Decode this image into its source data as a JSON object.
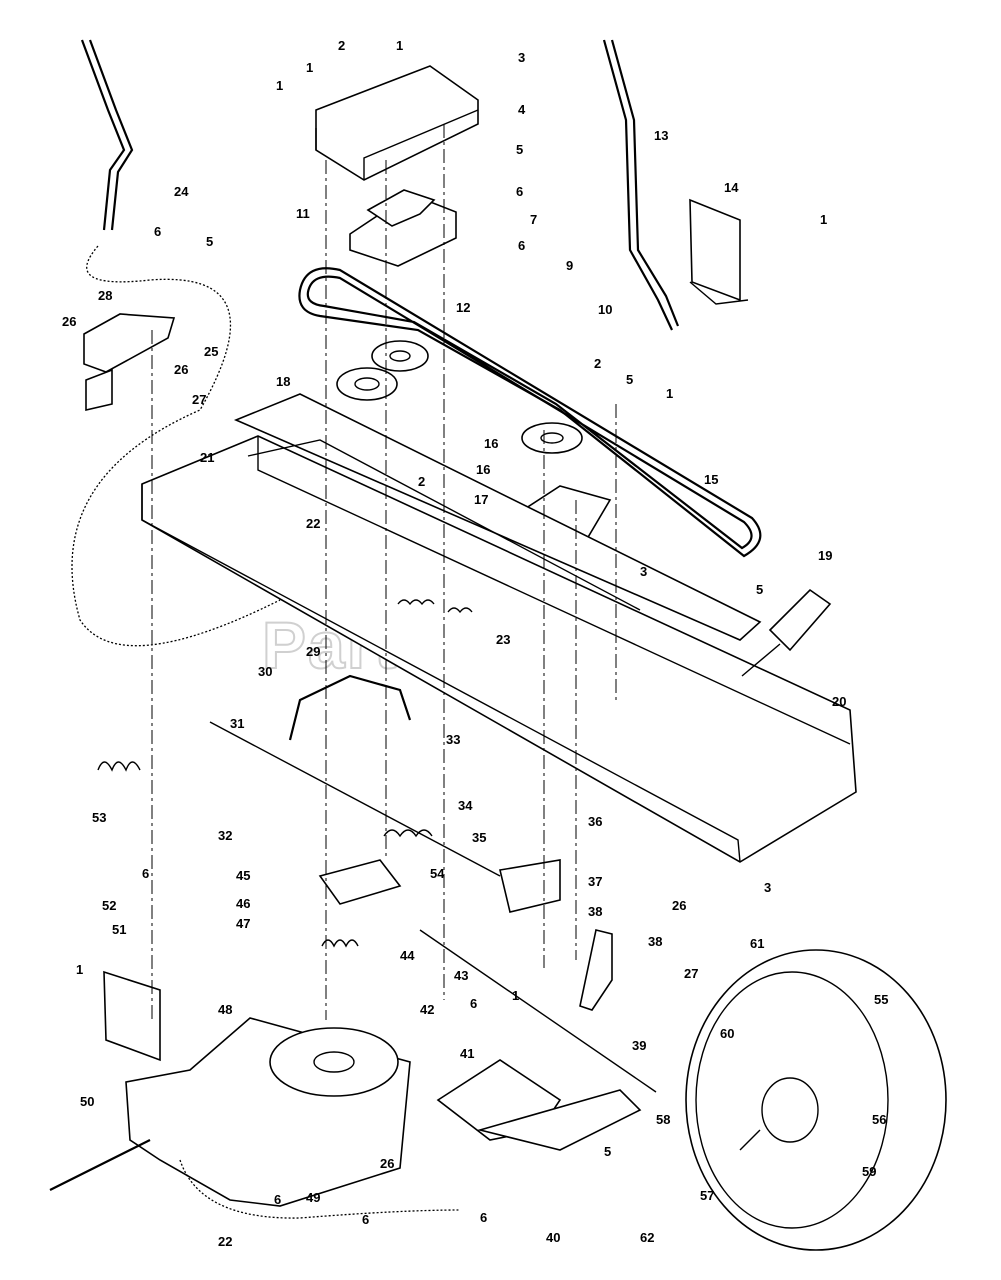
{
  "watermark": "PartsTree",
  "callouts": [
    "1",
    "1",
    "1",
    "1",
    "1",
    "1",
    "1",
    "2",
    "2",
    "2",
    "3",
    "3",
    "3",
    "4",
    "5",
    "5",
    "5",
    "5",
    "5",
    "6",
    "6",
    "6",
    "6",
    "6",
    "6",
    "6",
    "6",
    "7",
    "9",
    "10",
    "11",
    "12",
    "13",
    "14",
    "15",
    "16",
    "16",
    "17",
    "18",
    "19",
    "20",
    "21",
    "22",
    "22",
    "23",
    "24",
    "25",
    "26",
    "26",
    "26",
    "26",
    "27",
    "27",
    "28",
    "29",
    "30",
    "31",
    "32",
    "33",
    "34",
    "35",
    "36",
    "37",
    "38",
    "38",
    "39",
    "40",
    "41",
    "42",
    "43",
    "44",
    "45",
    "46",
    "47",
    "48",
    "49",
    "50",
    "51",
    "52",
    "53",
    "54",
    "55",
    "56",
    "57",
    "58",
    "59",
    "60",
    "61",
    "62"
  ],
  "labels": [
    {
      "id": "1a",
      "text": "1"
    },
    {
      "id": "1b",
      "text": "1"
    },
    {
      "id": "1c",
      "text": "1"
    },
    {
      "id": "1d",
      "text": "1"
    },
    {
      "id": "1e",
      "text": "1"
    },
    {
      "id": "1f",
      "text": "1"
    },
    {
      "id": "1g",
      "text": "1"
    },
    {
      "id": "2a",
      "text": "2"
    },
    {
      "id": "2b",
      "text": "2"
    },
    {
      "id": "2c",
      "text": "2"
    },
    {
      "id": "3a",
      "text": "3"
    },
    {
      "id": "3b",
      "text": "3"
    },
    {
      "id": "3c",
      "text": "3"
    },
    {
      "id": "4",
      "text": "4"
    },
    {
      "id": "5a",
      "text": "5"
    },
    {
      "id": "5b",
      "text": "5"
    },
    {
      "id": "5c",
      "text": "5"
    },
    {
      "id": "5d",
      "text": "5"
    },
    {
      "id": "5e",
      "text": "5"
    },
    {
      "id": "6a",
      "text": "6"
    },
    {
      "id": "6b",
      "text": "6"
    },
    {
      "id": "6c",
      "text": "6"
    },
    {
      "id": "6d",
      "text": "6"
    },
    {
      "id": "6e",
      "text": "6"
    },
    {
      "id": "6f",
      "text": "6"
    },
    {
      "id": "6g",
      "text": "6"
    },
    {
      "id": "6h",
      "text": "6"
    },
    {
      "id": "7",
      "text": "7"
    },
    {
      "id": "9",
      "text": "9"
    },
    {
      "id": "10",
      "text": "10"
    },
    {
      "id": "11",
      "text": "11"
    },
    {
      "id": "12",
      "text": "12"
    },
    {
      "id": "13",
      "text": "13"
    },
    {
      "id": "14",
      "text": "14"
    },
    {
      "id": "15",
      "text": "15"
    },
    {
      "id": "16a",
      "text": "16"
    },
    {
      "id": "16b",
      "text": "16"
    },
    {
      "id": "17",
      "text": "17"
    },
    {
      "id": "18",
      "text": "18"
    },
    {
      "id": "19",
      "text": "19"
    },
    {
      "id": "20",
      "text": "20"
    },
    {
      "id": "21",
      "text": "21"
    },
    {
      "id": "22a",
      "text": "22"
    },
    {
      "id": "22b",
      "text": "22"
    },
    {
      "id": "23",
      "text": "23"
    },
    {
      "id": "24",
      "text": "24"
    },
    {
      "id": "25",
      "text": "25"
    },
    {
      "id": "26a",
      "text": "26"
    },
    {
      "id": "26b",
      "text": "26"
    },
    {
      "id": "26c",
      "text": "26"
    },
    {
      "id": "26d",
      "text": "26"
    },
    {
      "id": "27a",
      "text": "27"
    },
    {
      "id": "27b",
      "text": "27"
    },
    {
      "id": "28",
      "text": "28"
    },
    {
      "id": "29",
      "text": "29"
    },
    {
      "id": "30",
      "text": "30"
    },
    {
      "id": "31",
      "text": "31"
    },
    {
      "id": "32",
      "text": "32"
    },
    {
      "id": "33",
      "text": "33"
    },
    {
      "id": "34",
      "text": "34"
    },
    {
      "id": "35",
      "text": "35"
    },
    {
      "id": "36",
      "text": "36"
    },
    {
      "id": "37",
      "text": "37"
    },
    {
      "id": "38a",
      "text": "38"
    },
    {
      "id": "38b",
      "text": "38"
    },
    {
      "id": "39",
      "text": "39"
    },
    {
      "id": "40",
      "text": "40"
    },
    {
      "id": "41",
      "text": "41"
    },
    {
      "id": "42",
      "text": "42"
    },
    {
      "id": "43",
      "text": "43"
    },
    {
      "id": "44",
      "text": "44"
    },
    {
      "id": "45",
      "text": "45"
    },
    {
      "id": "46",
      "text": "46"
    },
    {
      "id": "47",
      "text": "47"
    },
    {
      "id": "48",
      "text": "48"
    },
    {
      "id": "49",
      "text": "49"
    },
    {
      "id": "50",
      "text": "50"
    },
    {
      "id": "51",
      "text": "51"
    },
    {
      "id": "52",
      "text": "52"
    },
    {
      "id": "53",
      "text": "53"
    },
    {
      "id": "54",
      "text": "54"
    },
    {
      "id": "55",
      "text": "55"
    },
    {
      "id": "56",
      "text": "56"
    },
    {
      "id": "57",
      "text": "57"
    },
    {
      "id": "58",
      "text": "58"
    },
    {
      "id": "59",
      "text": "59"
    },
    {
      "id": "60",
      "text": "60"
    },
    {
      "id": "61",
      "text": "61"
    },
    {
      "id": "62",
      "text": "62"
    }
  ]
}
